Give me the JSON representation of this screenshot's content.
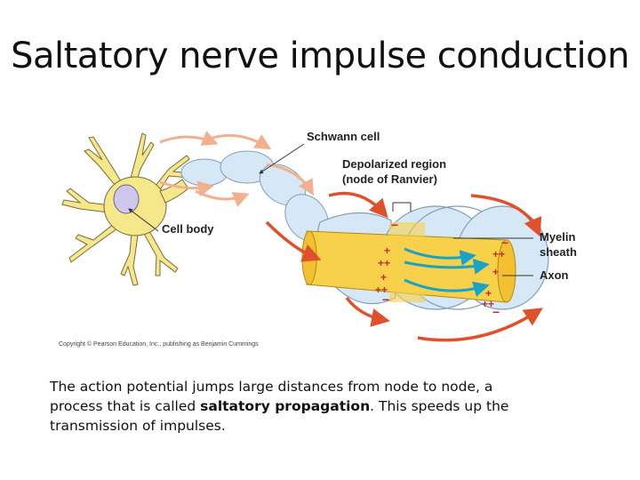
{
  "slide": {
    "title": "Saltatory nerve impulse conduction"
  },
  "figure": {
    "labels": {
      "schwann_cell": "Schwann cell",
      "depolarized_region_line1": "Depolarized region",
      "depolarized_region_line2": "(node of Ranvier)",
      "cell_body": "Cell body",
      "myelin_sheath_line1": "Myelin",
      "myelin_sheath_line2": "sheath",
      "axon": "Axon"
    },
    "charge_signs": {
      "plus": "+",
      "minus": "−",
      "double_plus": "++"
    },
    "copyright": "Copyright © Pearson Education, Inc., publishing as Benjamin Cummings",
    "colors": {
      "myelin": "#d6e8f5",
      "axon": "#f7d14a",
      "cell_body": "#f5e88a",
      "current_arrow": "#1aa3c8",
      "local_current": "#e0502a",
      "past_current": "#f2b08e"
    }
  },
  "caption": {
    "part1": "The action potential jumps large distances from node to node, a process that is called ",
    "bold": "saltatory propagation",
    "part2": ". This speeds up the transmission of impulses."
  }
}
